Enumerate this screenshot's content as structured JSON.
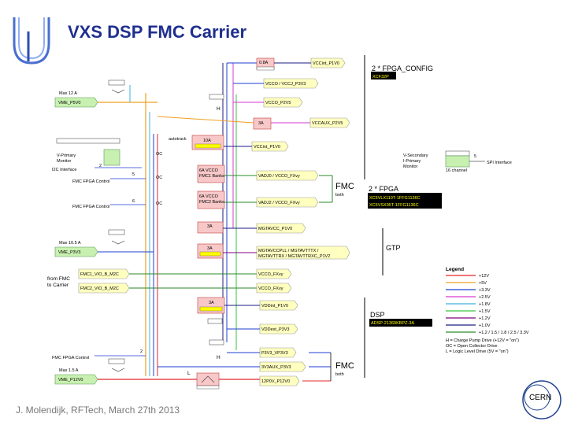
{
  "title": "VXS DSP FMC Carrier",
  "footer": "J. Molendijk, RFTech, March 27th 2013",
  "colors": {
    "p12v": "#e4242b",
    "p5v": "#f0a020",
    "p3v3": "#1f3fd0",
    "p2v5": "#d63bd0",
    "p1v8": "#3fb0e0",
    "p1v5": "#3ac040",
    "p1v2": "#800080",
    "p1v0": "#1d1d80",
    "vadj": "#2a8a2a",
    "box_green": "#c8f0b0",
    "box_yellow": "#ffffc0",
    "box_pink": "#f8c8c8",
    "hl_yellow": "#ffff00",
    "title": "#1f2f8f"
  },
  "top": {
    "a08": "0.8A",
    "vcc_int_p1v0": "VCCint_P1V0",
    "vcco_p3v3": "VCCO / VCCJ_P3V3",
    "vcco_p2v5": "VCCO_P2V5",
    "a3": "3A",
    "vccaux": "VCCAUX_P2V5",
    "h": "H",
    "max12": "Max 12 A",
    "vme_p5v0": "VME_P5V0",
    "fpga_config": "2 * FPGA_CONFIG",
    "xcf32p": "XCF32P"
  },
  "mid": {
    "autotrack": "autotrack",
    "a10": "10A",
    "vccint2": "VCCint_P1V0",
    "vprimary": "V-Primary",
    "monitor": "Monitor",
    "two": "2",
    "i2c": "I2C Interface",
    "five": "5",
    "fmc_fpga_ctrl": "FMC FPGA Control",
    "six": "6",
    "fmc_fpga_ctrl2": "FMC FPGA Control",
    "oc": "OC",
    "a6_1": "6A VCCO",
    "fmc1_bank": "FMC1 Banks",
    "a6_2": "6A VCCO",
    "fmc2_bank": "FMC2 Banks",
    "vadj0": "VADJ0 / VCCO_FXvy",
    "vadj2": "VADJ2 / VCCO_FXvy",
    "fmc": "FMC",
    "both": "both",
    "fpga2": "2 * FPGA",
    "xc1": "XC5VLX110T-1FFG1136C",
    "xc2": "XC5VSX95T-1FFG1136C",
    "vsecondary": "V-Secondary",
    "iprimary": "I-Primary",
    "monitor2": "Monitor",
    "five2": "5",
    "spi": "SPI Interface",
    "ch16": "16 channel"
  },
  "gtp": {
    "a3": "3A",
    "mgtavcc": "MGTAVCC_P1V0",
    "a3b": "3A",
    "mgtavccpll": "MGTAVCCPLL / MGTAVTTTX /",
    "mgtavtt": "MGTAVTTRX / MGTAVTTRXC_P1V2",
    "gtp": "GTP",
    "max10": "Max 10.5 A",
    "vme_p3v3": "VME_P3V3"
  },
  "fmc_in": {
    "from_fmc": "from FMC",
    "to_carrier": "to Carrier",
    "fmc1": "FMC1_VIO_B_M2C",
    "fmc2": "FMC2_VIO_B_M2C",
    "vcco1": "VCCO_FXvy",
    "vcco2": "VCCO_FXvy"
  },
  "dsp": {
    "a3": "3A",
    "vddint": "VDDint_P1V0",
    "vddext": "VDDext_P3V3",
    "dsp": "DSP",
    "adsp": "ADSP-21369KBPZ-3A",
    "h": "H"
  },
  "bottom": {
    "fmc_ctrl": "FMC FPGA Control",
    "two": "2",
    "max15": "Max 1.5 A",
    "vme_p12v0": "VME_P12V0",
    "l": "L",
    "p3v3": "P3V3_VP3V3",
    "p3v3aux": "3V3AUX_P3V3",
    "p12v": "12P0V_P12V0",
    "fmc": "FMC",
    "both": "both",
    "h": "H"
  },
  "legend": {
    "title": "Legend",
    "items": [
      "+12V",
      "+5V",
      "+3.3V",
      "+2.5V",
      "+1.8V",
      "+1.5V",
      "+1.2V",
      "+1.0V",
      "+1.2 / 1.5 / 1.8 / 2.5 / 3.3V"
    ],
    "h": "H = Charge Pump Drive (+12V = \"on\")",
    "oc": "OC = Open Collector Drive",
    "l": "L = Logic Level Drive (5V = \"on\")"
  }
}
